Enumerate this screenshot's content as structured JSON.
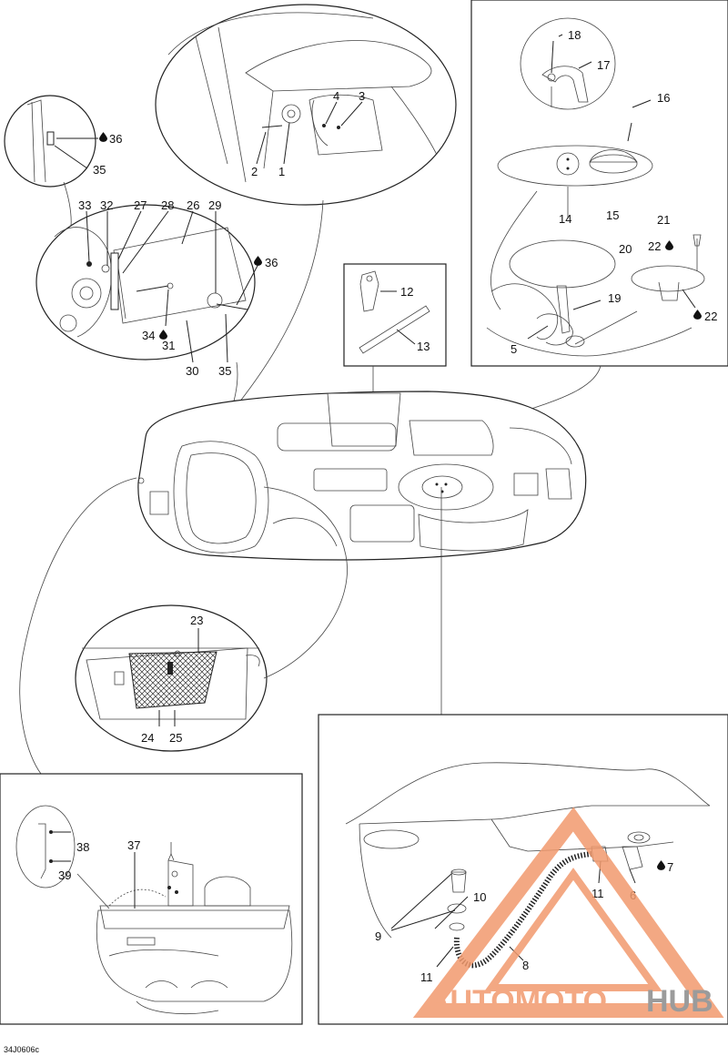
{
  "labels": {
    "p1": "1",
    "p2": "2",
    "p3": "3",
    "p4": "4",
    "p5": "5",
    "p6": "6",
    "p7": "7",
    "p8": "8",
    "p9": "9",
    "p10": "10",
    "p11a": "11",
    "p11b": "11",
    "p12": "12",
    "p13": "13",
    "p14": "14",
    "p15": "15",
    "p16": "16",
    "p17": "17",
    "p18": "18",
    "p19": "19",
    "p20": "20",
    "p21": "21",
    "p22a": "22",
    "p22b": "22",
    "p23": "23",
    "p24": "24",
    "p25": "25",
    "p26": "26",
    "p27": "27",
    "p28": "28",
    "p29": "29",
    "p30": "30",
    "p31": "31",
    "p32": "32",
    "p33": "33",
    "p34": "34",
    "p35a": "35",
    "p35b": "35",
    "p36a": "36",
    "p36b": "36",
    "p37": "37",
    "p38": "38",
    "p39": "39"
  },
  "reference_code": "34J0606c",
  "watermark": {
    "part1": "AUTOMOTO",
    "part2": "HUB"
  },
  "colors": {
    "line": "#222222",
    "watermark_accent": "#f29a6e",
    "watermark_gray": "#8a8a8a",
    "background": "#ffffff"
  }
}
